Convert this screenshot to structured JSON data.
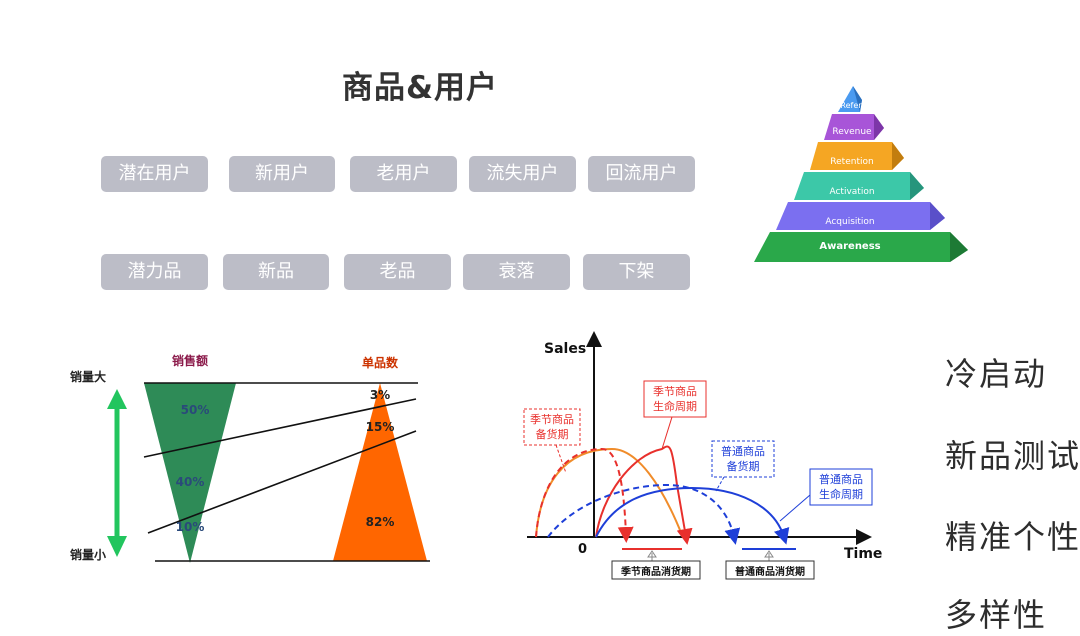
{
  "page": {
    "title": "商品&用户"
  },
  "user_pills": [
    "潜在用户",
    "新用户",
    "老用户",
    "流失用户",
    "回流用户"
  ],
  "product_pills": [
    "潜力品",
    "新品",
    "老品",
    "衰落",
    "下架"
  ],
  "pyramid": {
    "levels": [
      "Refer",
      "Revenue",
      "Retention",
      "Activation",
      "Acquisition",
      "Awareness"
    ],
    "colors": [
      "#4a90e2",
      "#8e44ad",
      "#f39c12",
      "#1abc9c",
      "#6c5ce7",
      "#27ae60"
    ]
  },
  "funnel": {
    "label_left_top": "销量大",
    "label_left_bottom": "销量小",
    "header_sales": "销售额",
    "header_units": "单品数",
    "sales_pcts": [
      "50%",
      "40%",
      "10%"
    ],
    "unit_pcts": [
      "3%",
      "15%",
      "82%"
    ],
    "colors": {
      "sales": "#2e8b57",
      "units": "#ff6600",
      "arrow": "#22c55e",
      "header": "#cc3300",
      "header_sales": "#8b1a4a"
    }
  },
  "lifecycle": {
    "y_label": "Sales",
    "x_label": "Time",
    "origin": "0",
    "seasonal_stock": "季节商品\n备货期",
    "seasonal_cycle": "季节商品\n生命周期",
    "regular_stock": "普通商品\n备货期",
    "regular_cycle": "普通商品\n生命周期",
    "seasonal_clearance": "季节商品消货期",
    "regular_clearance": "普通商品消货期",
    "colors": {
      "red": "#e8302c",
      "blue": "#1e3fd8",
      "orange": "#f08c2a"
    }
  },
  "right_list": [
    "冷启动",
    "新品测试",
    "精准个性",
    "多样性"
  ]
}
